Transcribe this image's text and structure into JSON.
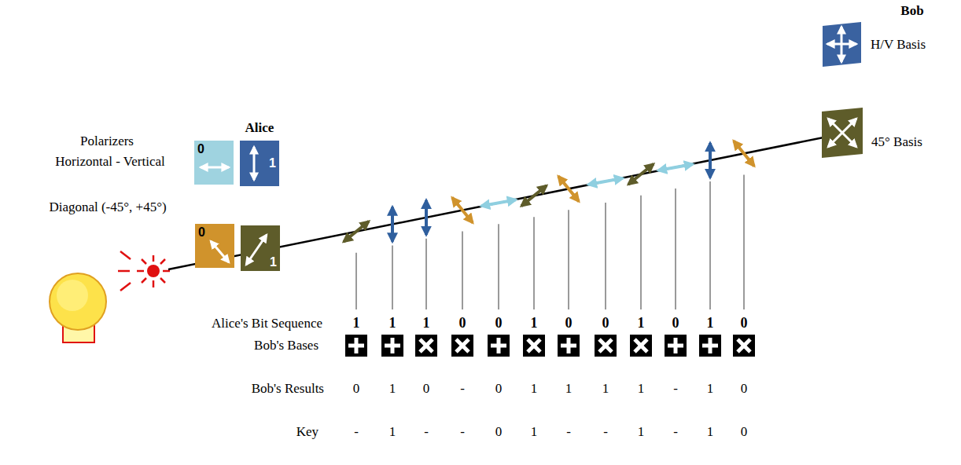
{
  "diagram": {
    "nodes": [
      {
        "text": [
          "0"
        ]
      },
      {
        "text": [
          "1"
        ]
      },
      {
        "text": [
          "0"
        ]
      },
      {
        "text": [
          "1"
        ]
      }
    ],
    "labels": [
      "Bob",
      "H/V Basis",
      "45° Basis",
      "Alice",
      "Polarizers",
      "Horizontal - Vertical",
      "Diagonal (-45°, +45°)",
      "Alice's Bit Sequence",
      "1",
      "1",
      "1",
      "0",
      "0",
      "1",
      "0",
      "0",
      "1",
      "0",
      "1",
      "0",
      "Bob's Bases",
      "Bob's Results",
      "0",
      "1",
      "0",
      "-",
      "0",
      "1",
      "1",
      "1",
      "1",
      "-",
      "1",
      "0",
      "Key",
      "-",
      "1",
      "-",
      "-",
      "0",
      "1",
      "-",
      "-",
      "1",
      "-",
      "1",
      "0"
    ]
  }
}
